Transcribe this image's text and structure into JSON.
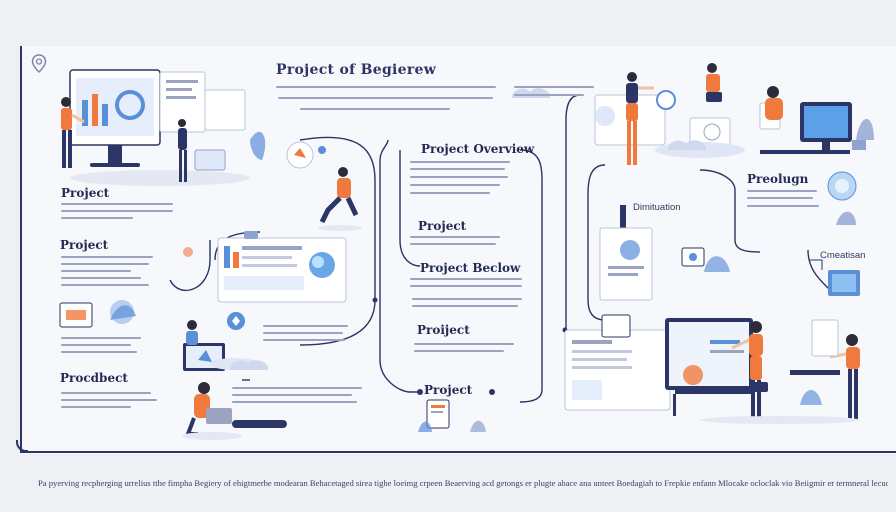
{
  "title": "Project of Begierew",
  "labels": {
    "project_1": "Project",
    "project_2": "Project",
    "product_bect": "Procdbect",
    "project_overview": "Project Overview",
    "project_3": "Project",
    "project_below": "Project Beclow",
    "project_4": "Proiject",
    "project_5": "Project",
    "prelugn": "Preolugn",
    "limitation": "Dimituation",
    "cmetion": "Cmeatisan"
  },
  "footer_text": "Pa pyerving recpherging urrelius tthe fimpha Begiery of ehigtmerhe modearan Behacetaged sirea tighe loeimg crpeen Beaerving acd getongs er plugte abace ana unteet Boedagiah to Frepkie enfann Mlocake ocloclak vio Beiigmir er termneral lecuo begifre yearin",
  "colors": {
    "navy": "#2b3566",
    "orange": "#f07a3e",
    "blue": "#5b8fd8",
    "light_blue": "#b9cdee"
  }
}
